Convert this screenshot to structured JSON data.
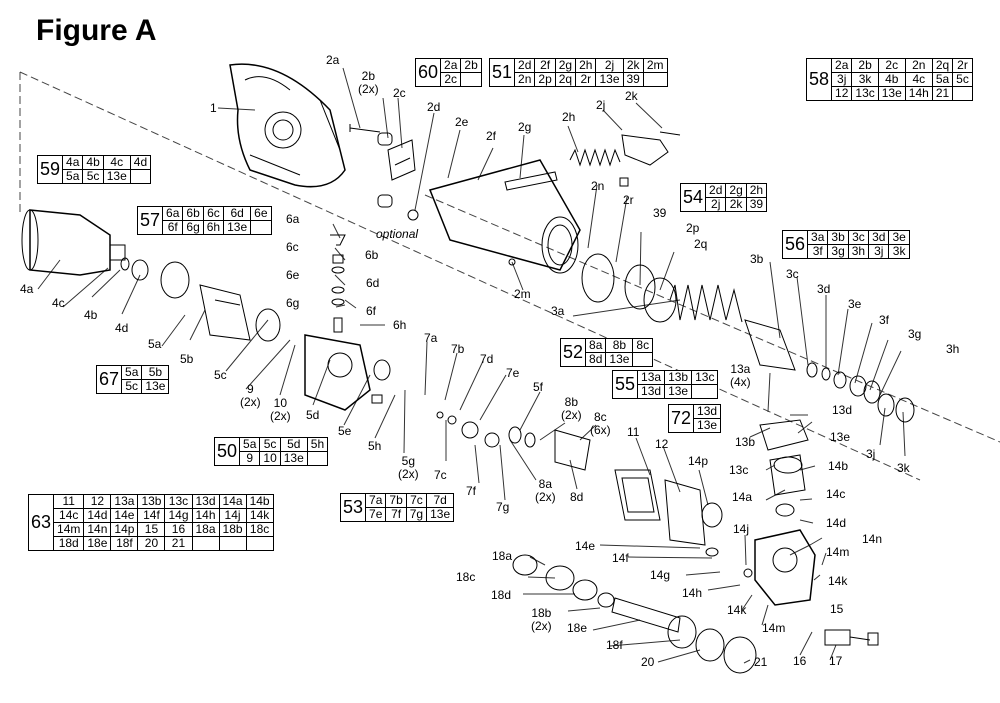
{
  "figure_title": "Figure A",
  "optional_note": "optional",
  "callouts": [
    {
      "id": "c1",
      "text": "1"
    },
    {
      "id": "c2a",
      "text": "2a"
    },
    {
      "id": "c2b",
      "text": "2b",
      "sub": "(2x)"
    },
    {
      "id": "c2c",
      "text": "2c"
    },
    {
      "id": "c2d",
      "text": "2d"
    },
    {
      "id": "c2e",
      "text": "2e"
    },
    {
      "id": "c2f",
      "text": "2f"
    },
    {
      "id": "c2g",
      "text": "2g"
    },
    {
      "id": "c2h",
      "text": "2h"
    },
    {
      "id": "c2j",
      "text": "2j"
    },
    {
      "id": "c2k",
      "text": "2k"
    },
    {
      "id": "c2m",
      "text": "2m"
    },
    {
      "id": "c2n",
      "text": "2n"
    },
    {
      "id": "c2r",
      "text": "2r"
    },
    {
      "id": "c39",
      "text": "39"
    },
    {
      "id": "c2p",
      "text": "2p"
    },
    {
      "id": "c2q",
      "text": "2q"
    },
    {
      "id": "c3a",
      "text": "3a"
    },
    {
      "id": "c3b",
      "text": "3b"
    },
    {
      "id": "c3c",
      "text": "3c"
    },
    {
      "id": "c3d",
      "text": "3d"
    },
    {
      "id": "c3e",
      "text": "3e"
    },
    {
      "id": "c3f",
      "text": "3f"
    },
    {
      "id": "c3g",
      "text": "3g"
    },
    {
      "id": "c3h",
      "text": "3h"
    },
    {
      "id": "c3j",
      "text": "3j"
    },
    {
      "id": "c3k",
      "text": "3k"
    },
    {
      "id": "c4a",
      "text": "4a"
    },
    {
      "id": "c4b",
      "text": "4b"
    },
    {
      "id": "c4c",
      "text": "4c"
    },
    {
      "id": "c4d",
      "text": "4d"
    },
    {
      "id": "c5a",
      "text": "5a"
    },
    {
      "id": "c5b",
      "text": "5b"
    },
    {
      "id": "c5c",
      "text": "5c"
    },
    {
      "id": "c5d",
      "text": "5d"
    },
    {
      "id": "c5e",
      "text": "5e"
    },
    {
      "id": "c5f",
      "text": "5f"
    },
    {
      "id": "c5g",
      "text": "5g",
      "sub": "(2x)"
    },
    {
      "id": "c5h",
      "text": "5h"
    },
    {
      "id": "c6a",
      "text": "6a"
    },
    {
      "id": "c6b",
      "text": "6b"
    },
    {
      "id": "c6c",
      "text": "6c"
    },
    {
      "id": "c6d",
      "text": "6d"
    },
    {
      "id": "c6e",
      "text": "6e"
    },
    {
      "id": "c6f",
      "text": "6f"
    },
    {
      "id": "c6g",
      "text": "6g"
    },
    {
      "id": "c6h",
      "text": "6h"
    },
    {
      "id": "c7a",
      "text": "7a"
    },
    {
      "id": "c7b",
      "text": "7b"
    },
    {
      "id": "c7c",
      "text": "7c"
    },
    {
      "id": "c7d",
      "text": "7d"
    },
    {
      "id": "c7e",
      "text": "7e"
    },
    {
      "id": "c7f",
      "text": "7f"
    },
    {
      "id": "c7g",
      "text": "7g"
    },
    {
      "id": "c8a",
      "text": "8a",
      "sub": "(2x)"
    },
    {
      "id": "c8b",
      "text": "8b",
      "sub": "(2x)"
    },
    {
      "id": "c8c",
      "text": "8c",
      "sub": "(6x)"
    },
    {
      "id": "c8d",
      "text": "8d"
    },
    {
      "id": "c9",
      "text": "9",
      "sub": "(2x)"
    },
    {
      "id": "c10",
      "text": "10",
      "sub": "(2x)"
    },
    {
      "id": "c11",
      "text": "11"
    },
    {
      "id": "c12",
      "text": "12"
    },
    {
      "id": "c13a",
      "text": "13a",
      "sub": "(4x)"
    },
    {
      "id": "c13b",
      "text": "13b"
    },
    {
      "id": "c13c",
      "text": "13c"
    },
    {
      "id": "c13d",
      "text": "13d"
    },
    {
      "id": "c13e",
      "text": "13e"
    },
    {
      "id": "c14a",
      "text": "14a"
    },
    {
      "id": "c14b",
      "text": "14b"
    },
    {
      "id": "c14c",
      "text": "14c"
    },
    {
      "id": "c14d",
      "text": "14d"
    },
    {
      "id": "c14e",
      "text": "14e"
    },
    {
      "id": "c14f",
      "text": "14f"
    },
    {
      "id": "c14g",
      "text": "14g"
    },
    {
      "id": "c14h",
      "text": "14h"
    },
    {
      "id": "c14j",
      "text": "14j"
    },
    {
      "id": "c14k1",
      "text": "14k"
    },
    {
      "id": "c14k2",
      "text": "14k"
    },
    {
      "id": "c14m1",
      "text": "14m"
    },
    {
      "id": "c14m2",
      "text": "14m"
    },
    {
      "id": "c14n",
      "text": "14n"
    },
    {
      "id": "c14p",
      "text": "14p"
    },
    {
      "id": "c15",
      "text": "15"
    },
    {
      "id": "c16",
      "text": "16"
    },
    {
      "id": "c17",
      "text": "17"
    },
    {
      "id": "c18a",
      "text": "18a"
    },
    {
      "id": "c18b",
      "text": "18b",
      "sub": "(2x)"
    },
    {
      "id": "c18c",
      "text": "18c"
    },
    {
      "id": "c18d",
      "text": "18d"
    },
    {
      "id": "c18e",
      "text": "18e"
    },
    {
      "id": "c18f",
      "text": "18f"
    },
    {
      "id": "c20",
      "text": "20"
    },
    {
      "id": "c21",
      "text": "21"
    }
  ],
  "kits": [
    {
      "id": "k60",
      "number": "60",
      "rows": [
        [
          "2a",
          "2b"
        ],
        [
          "2c",
          ""
        ]
      ]
    },
    {
      "id": "k51",
      "number": "51",
      "rows": [
        [
          "2d",
          "2f",
          "2g",
          "2h",
          "2j",
          "2k",
          "2m"
        ],
        [
          "2n",
          "2p",
          "2q",
          "2r",
          "13e",
          "39",
          ""
        ]
      ]
    },
    {
      "id": "k58",
      "number": "58",
      "rows": [
        [
          "2a",
          "2b",
          "2c",
          "2n",
          "2q",
          "2r"
        ],
        [
          "3j",
          "3k",
          "4b",
          "4c",
          "5a",
          "5c"
        ],
        [
          "12",
          "13c",
          "13e",
          "14h",
          "21",
          ""
        ]
      ]
    },
    {
      "id": "k59",
      "number": "59",
      "rows": [
        [
          "4a",
          "4b",
          "4c",
          "4d"
        ],
        [
          "5a",
          "5c",
          "13e",
          ""
        ]
      ]
    },
    {
      "id": "k57",
      "number": "57",
      "rows": [
        [
          "6a",
          "6b",
          "6c",
          "6d",
          "6e"
        ],
        [
          "6f",
          "6g",
          "6h",
          "13e",
          ""
        ]
      ]
    },
    {
      "id": "k54",
      "number": "54",
      "rows": [
        [
          "2d",
          "2g",
          "2h"
        ],
        [
          "2j",
          "2k",
          "39"
        ]
      ]
    },
    {
      "id": "k56",
      "number": "56",
      "rows": [
        [
          "3a",
          "3b",
          "3c",
          "3d",
          "3e"
        ],
        [
          "3f",
          "3g",
          "3h",
          "3j",
          "3k"
        ]
      ]
    },
    {
      "id": "k52",
      "number": "52",
      "rows": [
        [
          "8a",
          "8b",
          "8c"
        ],
        [
          "8d",
          "13e",
          ""
        ]
      ]
    },
    {
      "id": "k55",
      "number": "55",
      "rows": [
        [
          "13a",
          "13b",
          "13c"
        ],
        [
          "13d",
          "13e",
          ""
        ]
      ]
    },
    {
      "id": "k72",
      "number": "72",
      "rows": [
        [
          "13d"
        ],
        [
          "13e"
        ]
      ]
    },
    {
      "id": "k67",
      "number": "67",
      "rows": [
        [
          "5a",
          "5b"
        ],
        [
          "5c",
          "13e"
        ]
      ]
    },
    {
      "id": "k50",
      "number": "50",
      "rows": [
        [
          "5a",
          "5c",
          "5d",
          "5h"
        ],
        [
          "9",
          "10",
          "13e",
          ""
        ]
      ]
    },
    {
      "id": "k53",
      "number": "53",
      "rows": [
        [
          "7a",
          "7b",
          "7c",
          "7d"
        ],
        [
          "7e",
          "7f",
          "7g",
          "13e"
        ]
      ]
    },
    {
      "id": "k63",
      "number": "63",
      "rows": [
        [
          "11",
          "12",
          "13a",
          "13b",
          "13c",
          "13d",
          "14a",
          "14b"
        ],
        [
          "14c",
          "14d",
          "14e",
          "14f",
          "14g",
          "14h",
          "14j",
          "14k"
        ],
        [
          "14m",
          "14n",
          "14p",
          "15",
          "16",
          "18a",
          "18b",
          "18c"
        ],
        [
          "18d",
          "18e",
          "18f",
          "20",
          "21",
          "",
          "",
          ""
        ]
      ]
    }
  ]
}
